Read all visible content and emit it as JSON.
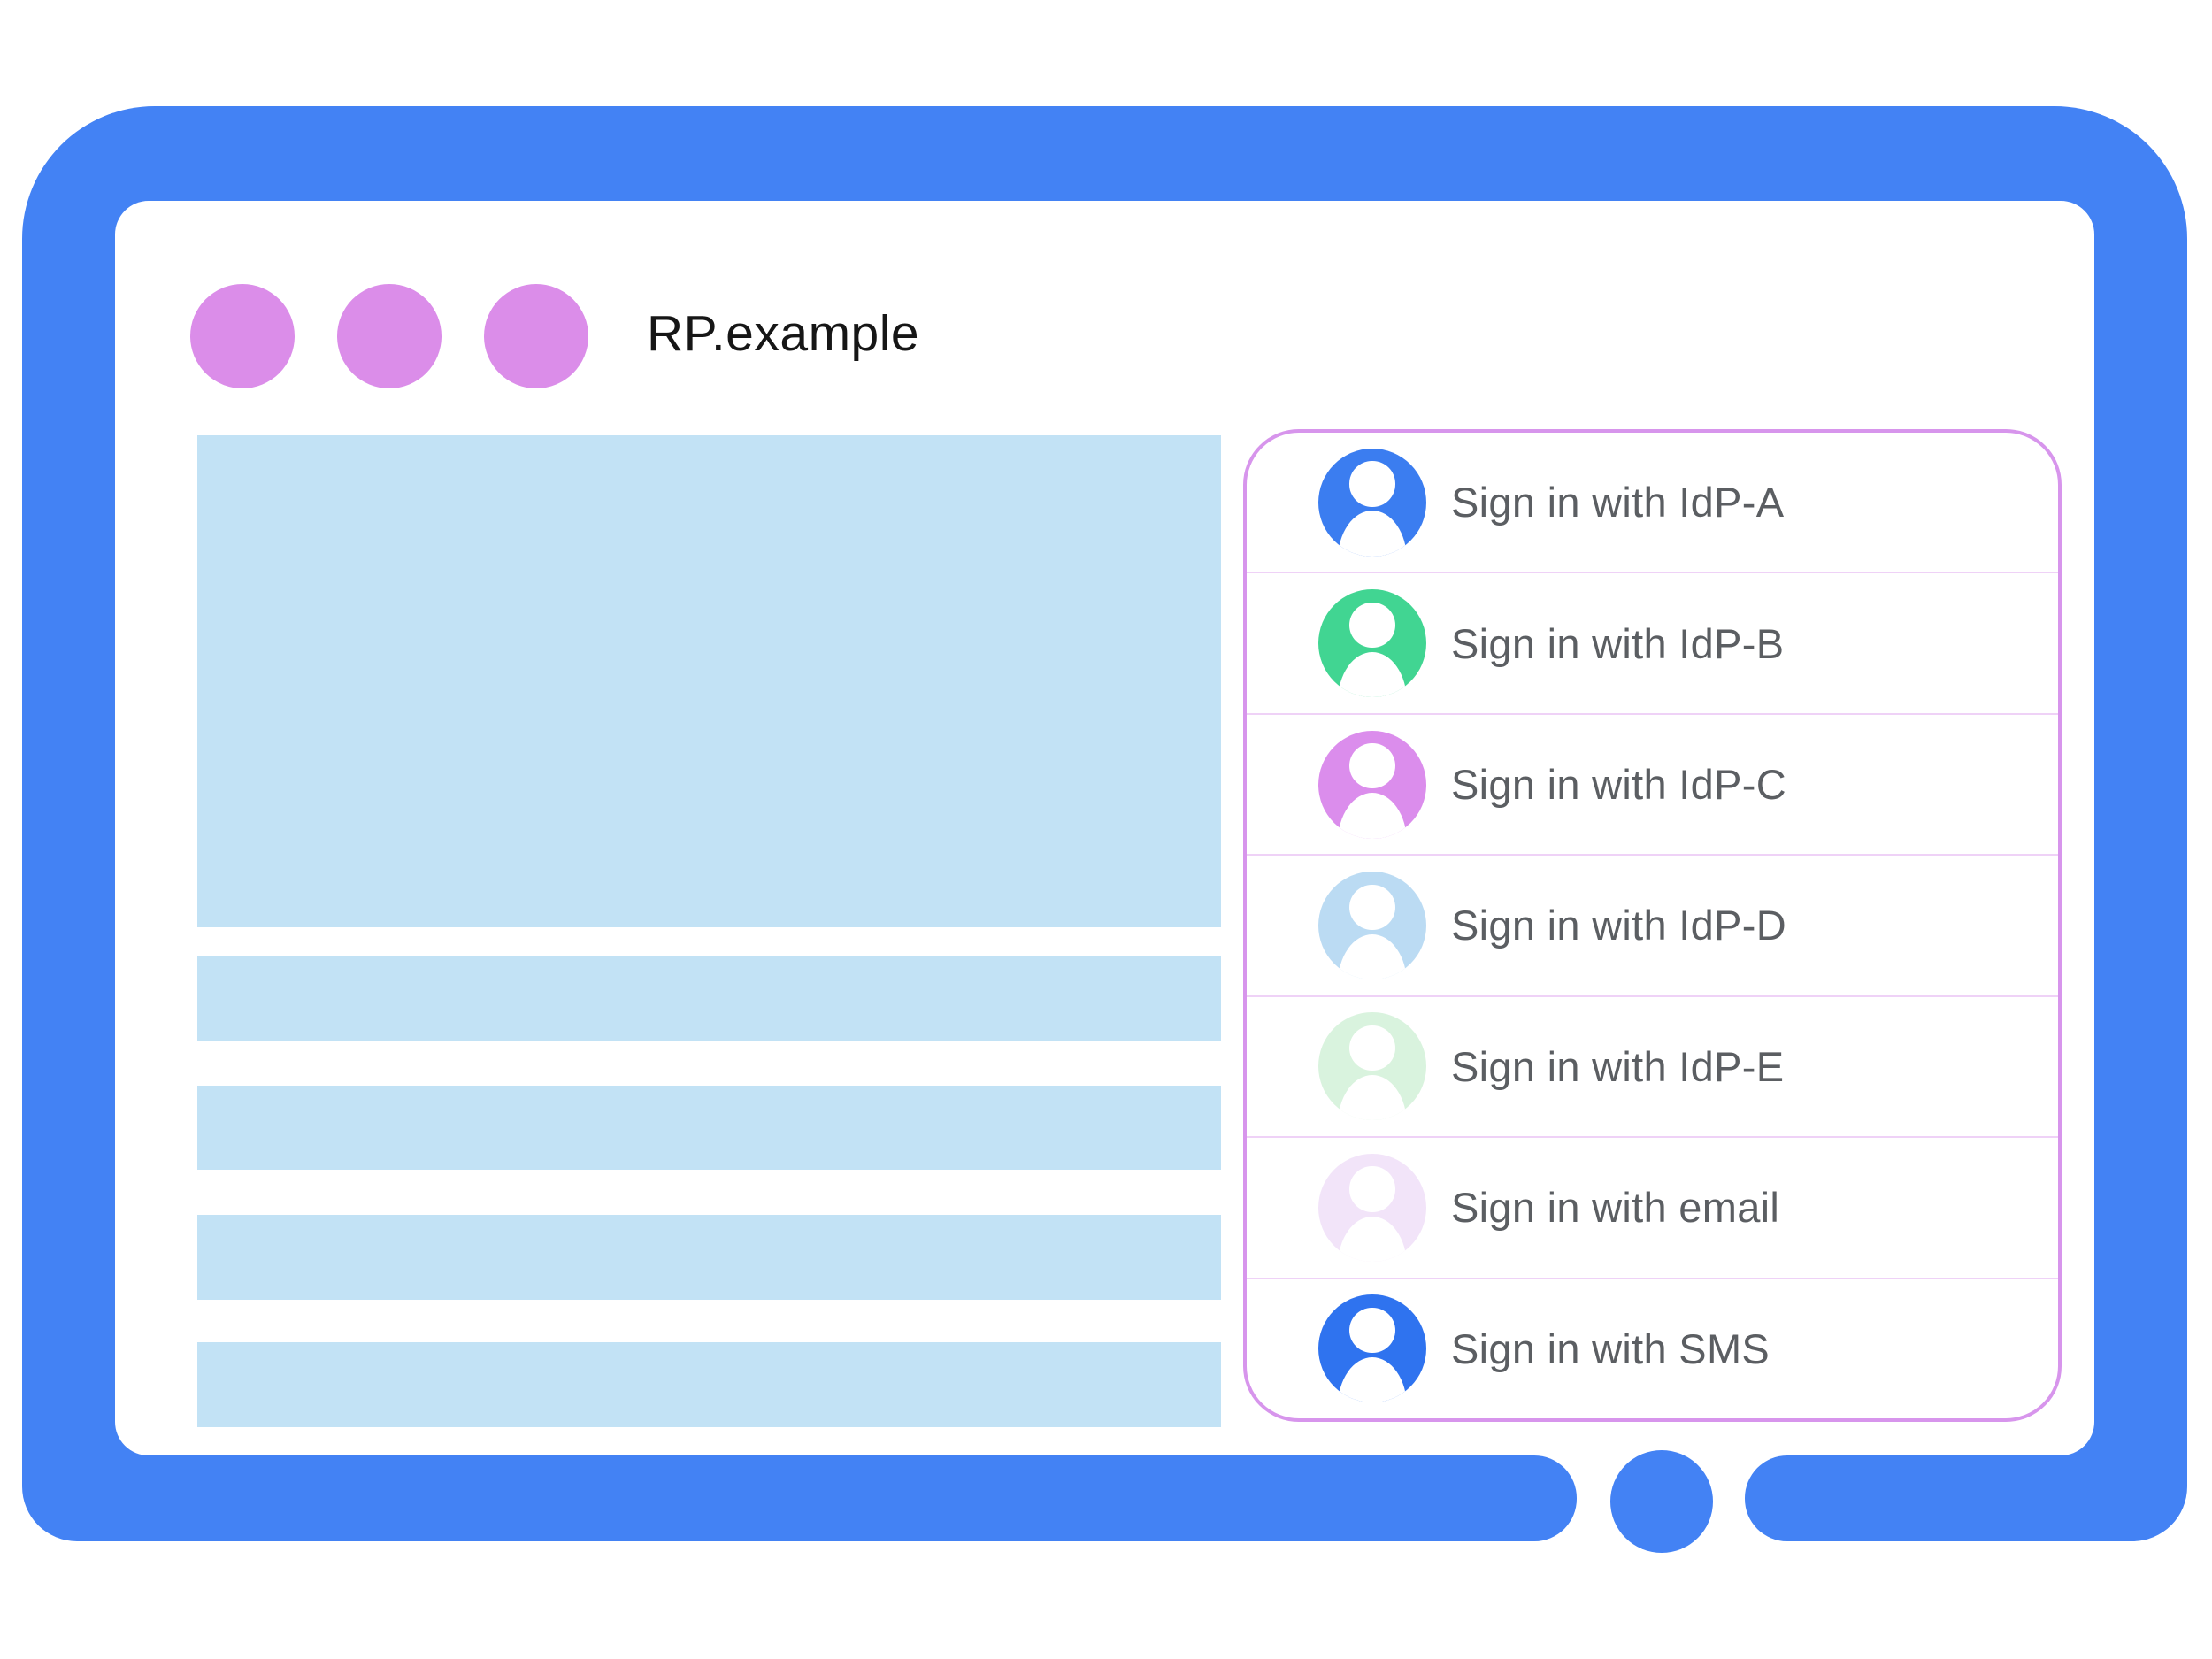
{
  "site_title": "RP.example",
  "colors": {
    "frame": "#4382f4",
    "home_button": "#4382f4",
    "window_dot": "#db8de9",
    "placeholder": "#c2e2f5",
    "panel_border": "#d795ec",
    "panel_divider": "#efd2f7",
    "label_text": "#5b5e62",
    "title_text": "#161616",
    "person_icon": "#ffffff"
  },
  "window_controls": {
    "dots": [
      "window-dot",
      "window-dot",
      "window-dot"
    ]
  },
  "signin_panel": {
    "options": [
      {
        "label": "Sign in with IdP-A",
        "avatar_color": "#3b7df0",
        "icon": "person-icon"
      },
      {
        "label": "Sign in with IdP-B",
        "avatar_color": "#41d592",
        "icon": "person-icon"
      },
      {
        "label": "Sign in with IdP-C",
        "avatar_color": "#db8dec",
        "icon": "person-icon"
      },
      {
        "label": "Sign in with IdP-D",
        "avatar_color": "#bbdbf3",
        "icon": "person-icon"
      },
      {
        "label": "Sign in with IdP-E",
        "avatar_color": "#d9f3de",
        "icon": "person-icon"
      },
      {
        "label": "Sign in with email",
        "avatar_color": "#f2e4f9",
        "icon": "person-icon"
      },
      {
        "label": "Sign in with SMS",
        "avatar_color": "#2f73ef",
        "icon": "person-icon"
      }
    ]
  }
}
